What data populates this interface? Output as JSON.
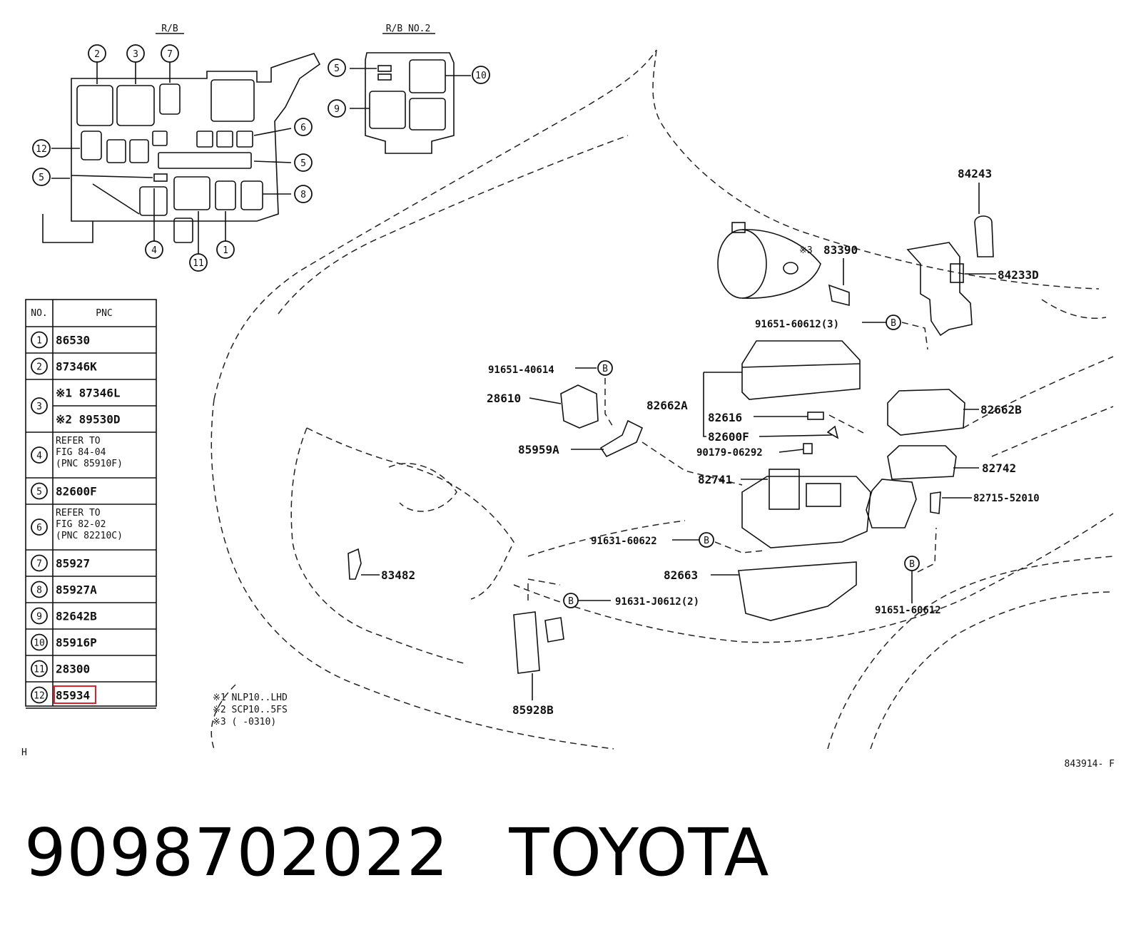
{
  "diagram": {
    "rb_title": "R/B",
    "rb2_title": "R/B NO.2",
    "table_header_no": "NO.",
    "table_header_pnc": "PNC",
    "table_rows": [
      {
        "no": "1",
        "pnc": [
          "86530"
        ]
      },
      {
        "no": "2",
        "pnc": [
          "87346K"
        ]
      },
      {
        "no": "3",
        "pnc": [
          "※1 87346L",
          "※2 89530D"
        ]
      },
      {
        "no": "4",
        "pnc": [
          "REFER TO",
          "FIG 84-04",
          "(PNC 85910F)"
        ]
      },
      {
        "no": "5",
        "pnc": [
          "82600F"
        ]
      },
      {
        "no": "6",
        "pnc": [
          "REFER TO",
          "FIG 82-02",
          "(PNC 82210C)"
        ]
      },
      {
        "no": "7",
        "pnc": [
          "85927"
        ]
      },
      {
        "no": "8",
        "pnc": [
          "85927A"
        ]
      },
      {
        "no": "9",
        "pnc": [
          "82642B"
        ]
      },
      {
        "no": "10",
        "pnc": [
          "85916P"
        ]
      },
      {
        "no": "11",
        "pnc": [
          "28300"
        ]
      },
      {
        "no": "12",
        "pnc": [
          "85934"
        ]
      }
    ],
    "highlight_color": "#e0202a",
    "notes": [
      "※1 NLP10..LHD",
      "※2 SCP10..5FS",
      "※3 (     -0310)"
    ],
    "part_labels": {
      "p84243": "84243",
      "p83390": "83390",
      "star3": "※3",
      "p84233D": "84233D",
      "p91651_60612_3": "91651-60612(3)",
      "p91651_40614": "91651-40614",
      "p28610": "28610",
      "p82662A": "82662A",
      "p82616": "82616",
      "p82600F": "82600F",
      "p82662B": "82662B",
      "p85959A": "85959A",
      "p90179_06292": "90179-06292",
      "p82742": "82742",
      "p82741": "82741",
      "p82715_52010": "82715-52010",
      "p91631_60622": "91631-60622",
      "p82663": "82663",
      "p83482": "83482",
      "p91631_J0612_2": "91631-J0612(2)",
      "p91651_60612": "91651-60612",
      "p85928B": "85928B",
      "bolt": "B"
    },
    "corner_left": "H",
    "corner_right": "843914- F"
  },
  "caption": {
    "part_number": "9098702022",
    "brand": "TOYOTA"
  }
}
